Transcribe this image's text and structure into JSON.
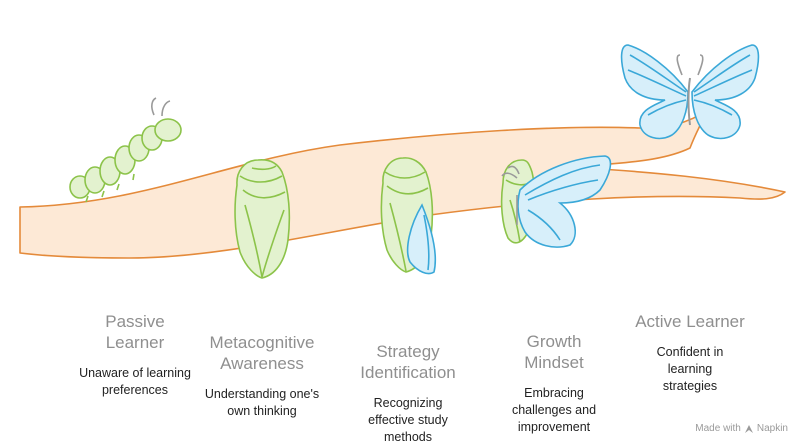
{
  "colors": {
    "branch_stroke": "#e48a3a",
    "branch_fill": "#fde9d6",
    "green_stroke": "#8cc34a",
    "green_fill": "#e3f2cf",
    "blue_stroke": "#3aa8d8",
    "blue_fill": "#d7effa",
    "antenna": "#9a9a9a",
    "title_text": "#8f8f8f",
    "desc_text": "#222222"
  },
  "stages": [
    {
      "title": [
        "Passive",
        "Learner"
      ],
      "description": [
        "Unaware of learning",
        "preferences"
      ],
      "icon": "caterpillar-icon"
    },
    {
      "title": [
        "Metacognitive",
        "Awareness"
      ],
      "description": [
        "Understanding one's",
        "own thinking"
      ],
      "icon": "chrysalis-icon"
    },
    {
      "title": [
        "Strategy",
        "Identification"
      ],
      "description": [
        "Recognizing",
        "effective study",
        "methods"
      ],
      "icon": "chrysalis-wing-icon"
    },
    {
      "title": [
        "Growth",
        "Mindset"
      ],
      "description": [
        "Embracing",
        "challenges and",
        "improvement"
      ],
      "icon": "emerging-butterfly-icon"
    },
    {
      "title": [
        "Active Learner"
      ],
      "description": [
        "Confident in learning",
        "strategies"
      ],
      "icon": "butterfly-icon"
    }
  ],
  "watermark": {
    "prefix": "Made with",
    "brand": "Napkin"
  }
}
